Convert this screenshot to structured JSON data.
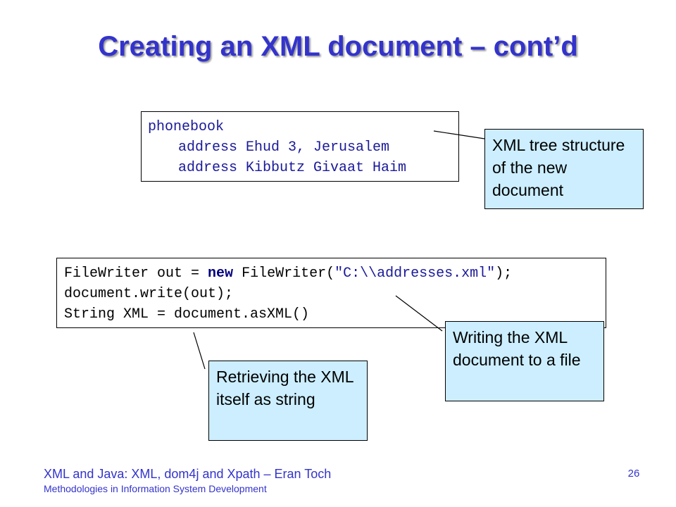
{
  "slide": {
    "title": "Creating an XML document – cont’d"
  },
  "tree_code": {
    "lines": [
      "phonebook",
      "address Ehud 3, Jerusalem",
      "address Kibbutz Givaat Haim"
    ]
  },
  "java_code": {
    "line1_a": "FileWriter out = ",
    "line1_kw": "new",
    "line1_b": " FileWriter(",
    "line1_str": "\"C:\\\\addresses.xml\"",
    "line1_c": ");",
    "line2": "document.write(out);",
    "line3": "String XML = document.asXML()"
  },
  "callouts": {
    "tree": "XML tree structure of the new document",
    "write": "Writing the XML document to a file",
    "string": "Retrieving the XML itself as string"
  },
  "footer": {
    "line1": "XML and Java: XML, dom4j and Xpath – Eran Toch",
    "line2": "Methodologies in Information System Development",
    "page_number": "26"
  },
  "colors": {
    "title": "#3333cc",
    "callout_fill": "#cceeff",
    "footer": "#3333cc"
  }
}
